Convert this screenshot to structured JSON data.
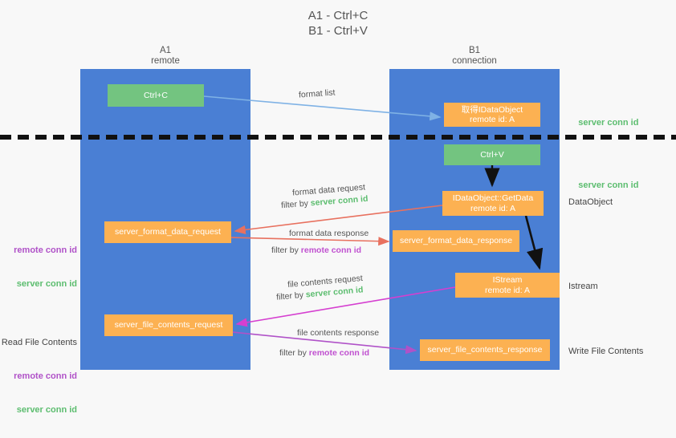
{
  "title": "A1 - Ctrl+C\nB1 - Ctrl+V",
  "lanes": [
    {
      "id": "a1",
      "title": "A1\nremote"
    },
    {
      "id": "b1",
      "title": "B1\nconnection"
    }
  ],
  "boxes": {
    "ctrl_c": "Ctrl+C",
    "idataobject": "取得IDataObject\nremote id: A",
    "ctrl_v": "Ctrl+V",
    "getdata": "IDataObject::GetData\nremote id: A",
    "server_format_data_request": "server_format_data_request",
    "server_format_data_response": "server_format_data_response",
    "istream": "IStream\nremote id: A",
    "server_file_contents_request": "server_file_contents_request",
    "server_file_contents_response": "server_file_contents_response"
  },
  "right_notes": {
    "n1": "server conn id",
    "n2": "server conn id",
    "n3": "DataObject",
    "n4": "Istream",
    "n5": "Write File Contents"
  },
  "left_notes": {
    "group1": {
      "remote": "remote conn id",
      "server": "server conn id"
    },
    "group2": {
      "heading": "Read File Contents",
      "remote": "remote conn id",
      "server": "server conn id"
    }
  },
  "edge_labels": {
    "format_list": "format list",
    "format_data_request": "format data request",
    "filter_by": "filter by ",
    "server_conn_id": "server conn id",
    "remote_conn_id": "remote conn id",
    "format_data_response": "format data response",
    "file_contents_request": "file contents request",
    "file_contents_response": "file contents response"
  },
  "colors": {
    "lane": "#4a7fd4",
    "green_box": "#73c480",
    "orange_box": "#fcb152",
    "server_conn": "#5cbd6f",
    "remote_conn": "#c050d0",
    "arrow_blue": "#7fb2e5",
    "arrow_red": "#e8715f",
    "arrow_magenta": "#d53fd0",
    "arrow_purple": "#b052c8",
    "arrow_black": "#111111",
    "background": "#f8f8f8"
  }
}
